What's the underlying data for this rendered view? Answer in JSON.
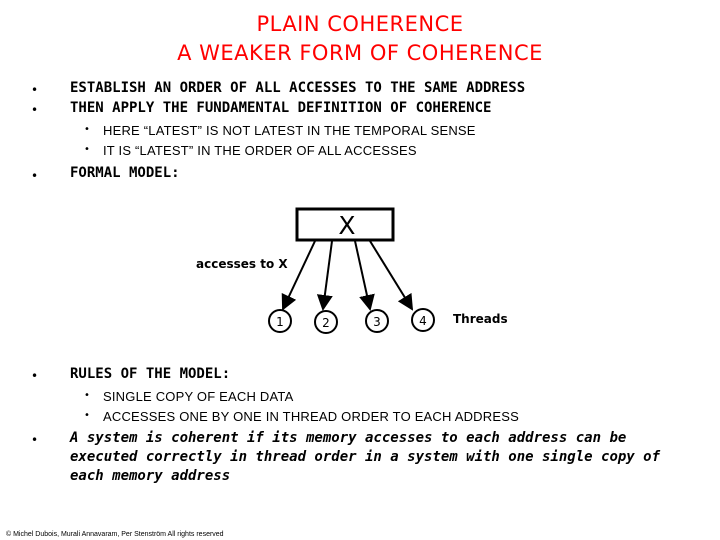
{
  "title": {
    "line1": "PLAIN COHERENCE",
    "line2": "A WEAKER FORM OF COHERENCE"
  },
  "bullet_char": "•",
  "points": {
    "p1": "ESTABLISH AN ORDER OF ALL ACCESSES TO THE SAME ADDRESS",
    "p2": "THEN APPLY THE FUNDAMENTAL DEFINITION OF COHERENCE",
    "p2_sub1": "HERE “LATEST” IS NOT LATEST IN THE TEMPORAL SENSE",
    "p2_sub2": "IT IS “LATEST” IN THE ORDER OF ALL ACCESSES",
    "p3": "FORMAL MODEL:",
    "p4": "RULES OF THE MODEL:",
    "p4_sub1": "SINGLE COPY OF EACH DATA",
    "p4_sub2": "ACCESSES ONE BY ONE IN THREAD ORDER TO EACH ADDRESS",
    "p5": "A system is coherent if its memory accesses to each address can be executed correctly in thread order in a system with one single copy of each memory address"
  },
  "diagram": {
    "box_label": "X",
    "accesses_label": "accesses to X",
    "threads_label": "Threads",
    "threads": [
      "1",
      "2",
      "3",
      "4"
    ]
  },
  "footer": "© Michel Dubois, Murali Annavaram, Per Stenström All rights reserved"
}
